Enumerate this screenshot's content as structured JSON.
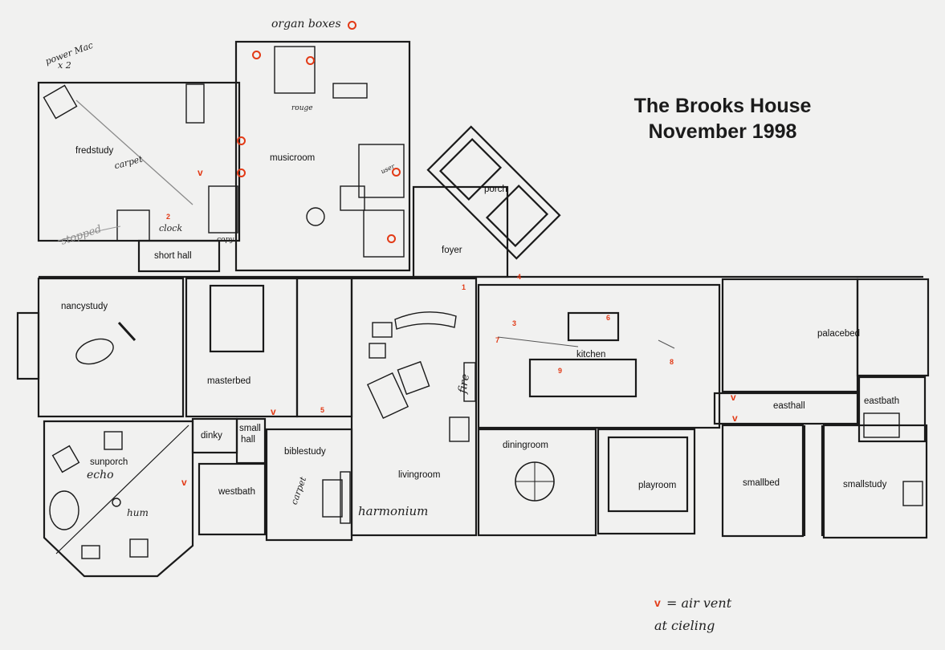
{
  "title": {
    "line1": "The Brooks House",
    "line2": "November 1998"
  },
  "rooms": {
    "fredstudy": "fredstudy",
    "musicroom": "musicroom",
    "porch": "porch",
    "foyer": "foyer",
    "short_hall": "short hall",
    "nancystudy": "nancystudy",
    "masterbed": "masterbed",
    "livingroom": "livingroom",
    "kitchen": "kitchen",
    "palacebed": "palacebed",
    "easthall": "easthall",
    "eastbath": "eastbath",
    "sunporch": "sunporch",
    "dinky": "dinky",
    "small_hall_1": "small",
    "small_hall_2": "hall",
    "biblestudy": "biblestudy",
    "westbath": "westbath",
    "diningroom": "diningroom",
    "playroom": "playroom",
    "smallbed": "smallbed",
    "smallstudy": "smallstudy"
  },
  "notes": {
    "power_mac_1": "power Mac",
    "power_mac_2": "x 2",
    "organ_boxes": "organ boxes",
    "carpet_fred": "carpet",
    "stopped": "stopped",
    "clock": "clock",
    "copy": "copy",
    "rouge": "rouge",
    "user": "user",
    "fire": "fire",
    "echo": "echo",
    "hum": "hum",
    "carpet_bible": "carpet",
    "harmonium": "harmonium",
    "legend_1": "= air vent",
    "legend_2": "at cieling"
  },
  "markers": {
    "m1": "1",
    "m2": "2",
    "m3": "3",
    "m4": "4",
    "m5": "5",
    "m6": "6",
    "m7": "7",
    "m8": "8",
    "m9": "9"
  },
  "vent_symbol": "v",
  "colors": {
    "background": "#f1f1f0",
    "ink": "#1a1a1a",
    "annotation": "#e23a16",
    "pencil": "#8a8a8a"
  }
}
